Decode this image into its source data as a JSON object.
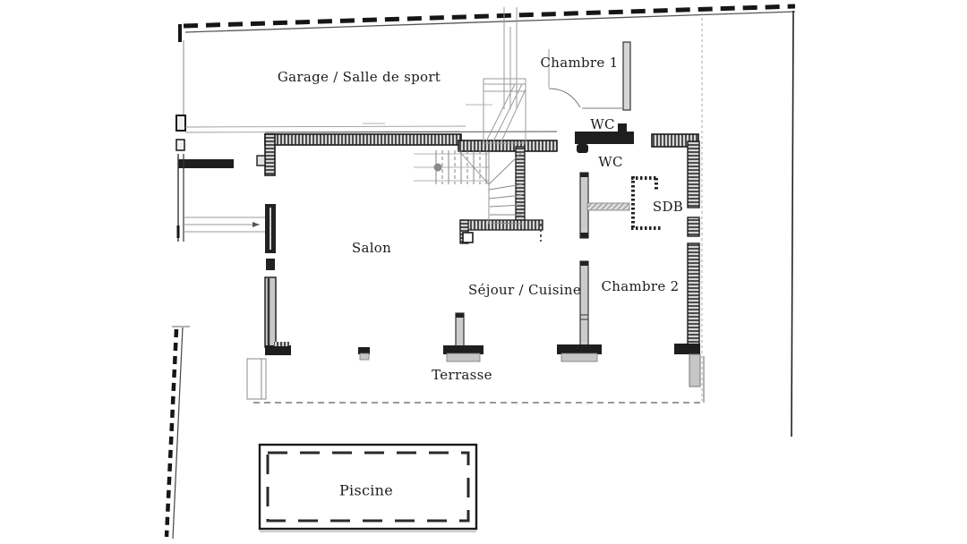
{
  "plan": {
    "rooms": [
      {
        "id": "garage",
        "label": "Garage / Salle de sport"
      },
      {
        "id": "chambre1",
        "label": "Chambre 1"
      },
      {
        "id": "wc1",
        "label": "WC"
      },
      {
        "id": "wc2",
        "label": "WC"
      },
      {
        "id": "sdb",
        "label": "SDB"
      },
      {
        "id": "salon",
        "label": "Salon"
      },
      {
        "id": "sejour",
        "label": "Séjour / Cuisine"
      },
      {
        "id": "chambre2",
        "label": "Chambre 2"
      },
      {
        "id": "terrasse",
        "label": "Terrasse"
      },
      {
        "id": "piscine",
        "label": "Piscine"
      }
    ],
    "colors": {
      "paper": "#ffffff",
      "ink": "#1c1c1c",
      "wall_dark": "#1e1e1e",
      "wall_light": "#cccccc",
      "hatch_bg": "#d6d6d6",
      "sketch": "#999999",
      "terrace_dash": "#9a9a9a"
    }
  }
}
